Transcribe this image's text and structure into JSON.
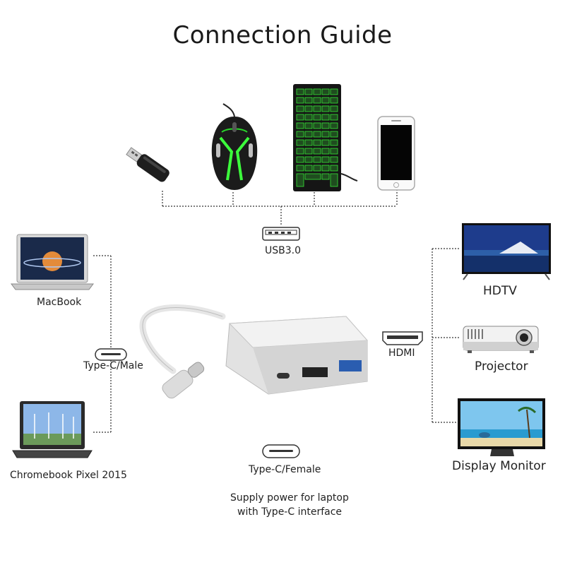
{
  "title": "Connection Guide",
  "ports": {
    "usb": "USB3.0",
    "hdmi": "HDMI",
    "typec_male": "Type-C/Male",
    "typec_female": "Type-C/Female"
  },
  "devices": {
    "macbook": "MacBook",
    "chromebook": "Chromebook Pixel 2015",
    "hdtv": "HDTV",
    "projector": "Projector",
    "monitor": "Display Monitor"
  },
  "note": {
    "line1": "Supply power for laptop",
    "line2": "with Type-C interface"
  },
  "icons": [
    "usb-flash-drive-icon",
    "gaming-mouse-icon",
    "keyboard-icon",
    "smartphone-icon",
    "laptop-icon",
    "tv-icon",
    "projector-icon",
    "monitor-icon",
    "usb-port-icon",
    "hdmi-port-icon",
    "type-c-port-icon"
  ],
  "colors": {
    "accent_green": "#3cff3c",
    "line": "#333333"
  }
}
